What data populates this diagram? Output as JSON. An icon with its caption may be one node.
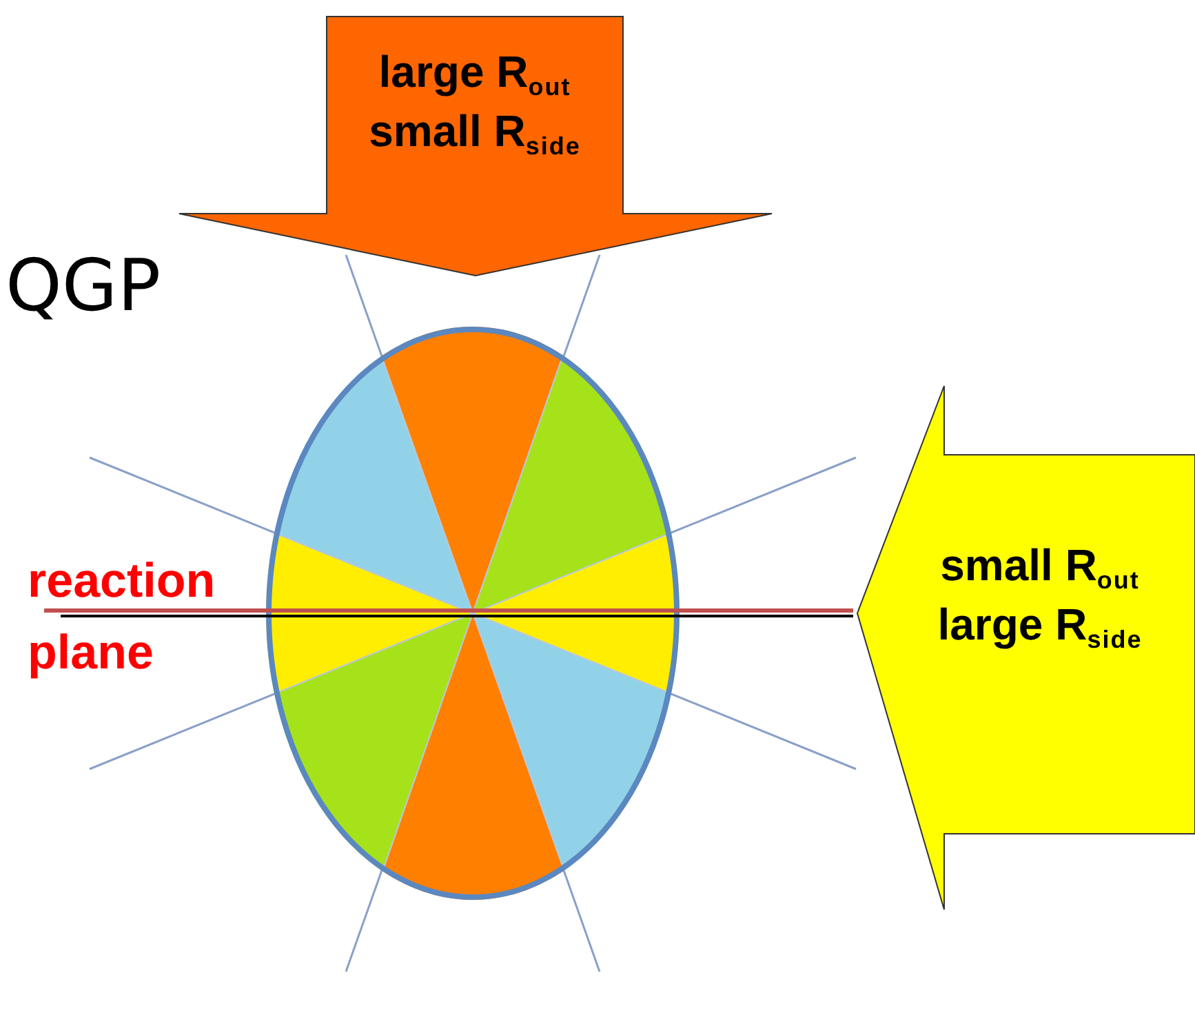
{
  "diagram": {
    "nodes": [
      {
        "text": [
          "large R$_{out}$ small R$_{side}$"
        ]
      },
      {
        "text": [
          "small R$_{out}$ large R$_{side}$"
        ]
      },
      {
        "text": [],
        "shape": "ellipse"
      }
    ],
    "labels": [
      "QGP",
      "reaction plane"
    ]
  }
}
